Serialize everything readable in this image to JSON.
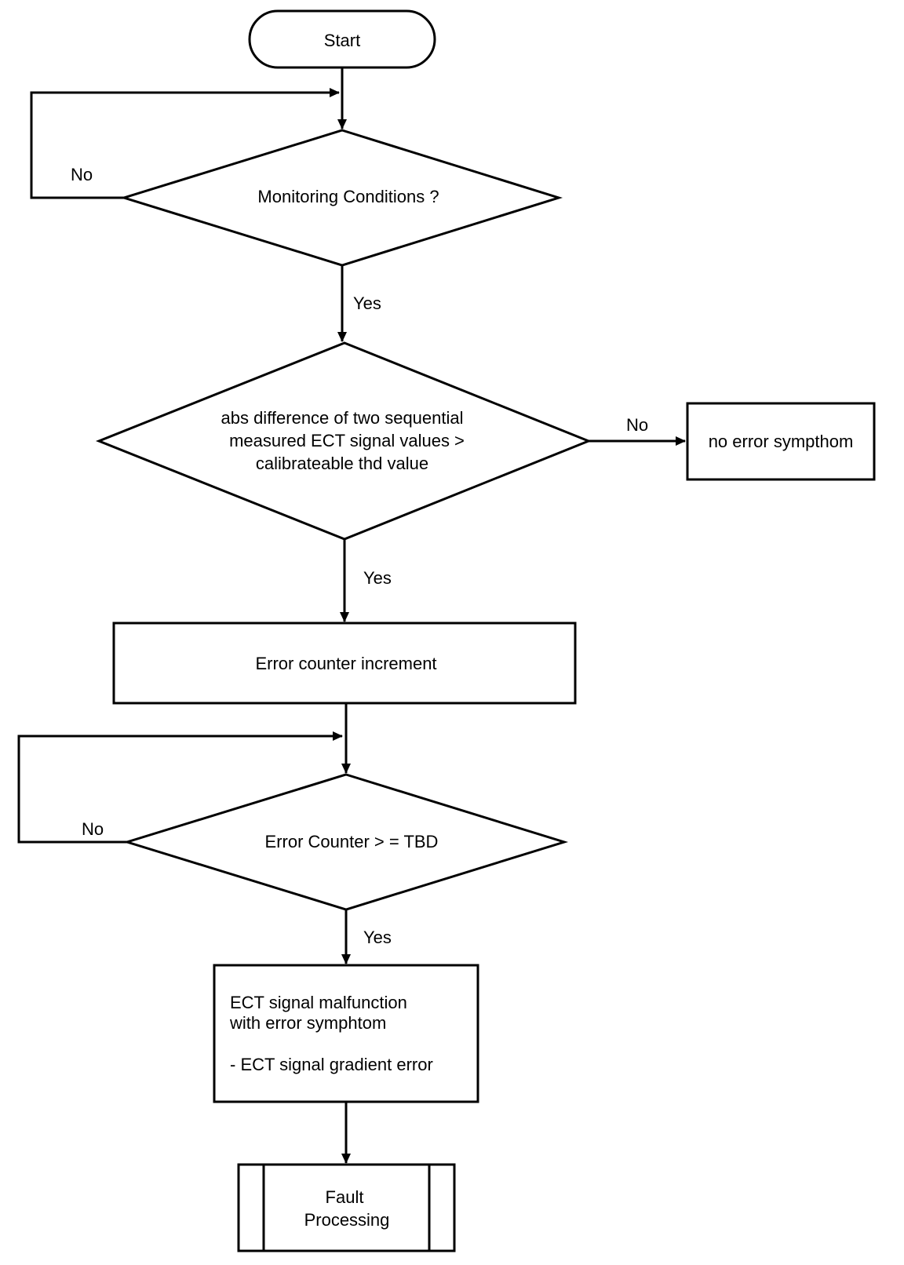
{
  "nodes": {
    "start": "Start",
    "monitoring": "Monitoring Conditions ?",
    "abs_diff": [
      "abs difference of two sequential",
      "measured ECT signal values >",
      "calibrateable thd value"
    ],
    "no_error": "no error sympthom",
    "increment": "Error counter increment",
    "counter_check": "Error Counter > = TBD",
    "malfunction": [
      "ECT signal malfunction",
      "with error symphtom",
      "- ECT signal gradient error"
    ],
    "fault": [
      "Fault",
      "Processing"
    ]
  },
  "edge_labels": {
    "monitoring_no": "No",
    "monitoring_yes": "Yes",
    "abs_diff_no": "No",
    "abs_diff_yes": "Yes",
    "counter_no": "No",
    "counter_yes": "Yes"
  }
}
